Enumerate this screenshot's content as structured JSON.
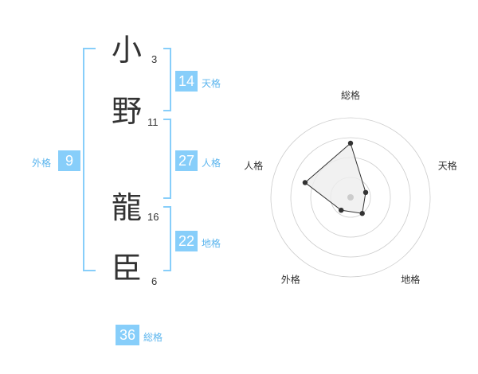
{
  "name": {
    "chars": [
      {
        "char": "小",
        "strokes": "3"
      },
      {
        "char": "野",
        "strokes": "11"
      },
      {
        "char": "龍",
        "strokes": "16"
      },
      {
        "char": "臣",
        "strokes": "6"
      }
    ]
  },
  "fortunes": {
    "tenkaku": {
      "value": "14",
      "label": "天格"
    },
    "jinkaku": {
      "value": "27",
      "label": "人格"
    },
    "chikaku": {
      "value": "22",
      "label": "地格"
    },
    "gaikaku": {
      "value": "9",
      "label": "外格"
    },
    "soukaku": {
      "value": "36",
      "label": "総格"
    }
  },
  "chart_data": {
    "type": "radar",
    "axes": [
      "総格",
      "天格",
      "地格",
      "外格",
      "人格"
    ],
    "values": [
      0.68,
      0.2,
      0.25,
      0.2,
      0.6
    ],
    "rings": 4,
    "colors": {
      "fill": "#eeeeee",
      "line": "#333333",
      "grid": "#cccccc",
      "center": "#cccccc"
    }
  },
  "colors": {
    "accent": "#87cefa",
    "label": "#5bb5ee"
  }
}
